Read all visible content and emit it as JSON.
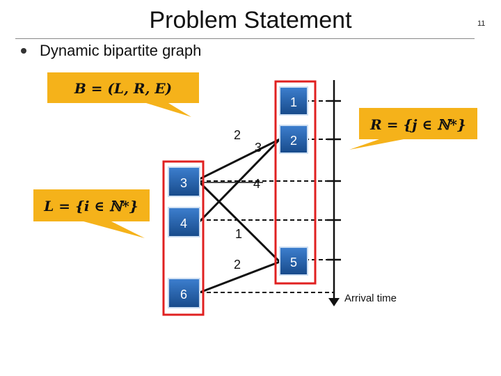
{
  "slide": {
    "title": "Problem Statement",
    "number": "11",
    "bullet": "Dynamic bipartite graph"
  },
  "callouts": {
    "B": "B = (L, R, E)",
    "R": "R = {j ∈ ℕ*}",
    "L": "L = {i ∈ ℕ*}"
  },
  "nodes": {
    "left": [
      "3",
      "4",
      "6"
    ],
    "right": [
      "1",
      "2",
      "5"
    ]
  },
  "edge_weights": [
    "2",
    "3",
    "4",
    "1",
    "2"
  ],
  "axis_label": "Arrival time",
  "colors": {
    "node_fill": "#1c5ea8",
    "highlight_box": "#e02020",
    "callout": "#f5b21a",
    "edge": "#111111"
  }
}
